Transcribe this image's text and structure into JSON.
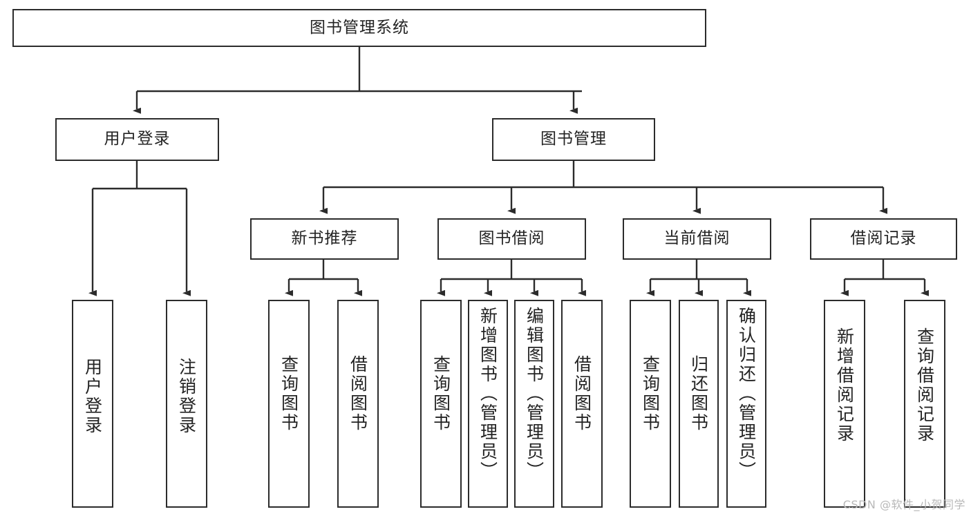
{
  "diagram": {
    "title": "图书管理系统",
    "type": "tree-hierarchy-chart",
    "colors": {
      "stroke": "#2b2b2b",
      "fill": "#ffffff",
      "text": "#232323",
      "watermark": "#b8b8b8"
    },
    "root": {
      "label": "图书管理系统"
    },
    "level2": [
      {
        "label": "用户登录"
      },
      {
        "label": "图书管理"
      }
    ],
    "level3": [
      {
        "label": "新书推荐"
      },
      {
        "label": "图书借阅"
      },
      {
        "label": "当前借阅"
      },
      {
        "label": "借阅记录"
      }
    ],
    "leaves": {
      "user_login": [
        {
          "label": "用户登录"
        },
        {
          "label": "注销登录"
        }
      ],
      "new_book": [
        {
          "label": "查询图书"
        },
        {
          "label": "借阅图书"
        }
      ],
      "book_borrow": [
        {
          "label": "查询图书"
        },
        {
          "label": "新增图书（管理员）"
        },
        {
          "label": "编辑图书（管理员）"
        },
        {
          "label": "借阅图书"
        }
      ],
      "current_borrow": [
        {
          "label": "查询图书"
        },
        {
          "label": "归还图书"
        },
        {
          "label": "确认归还（管理员）"
        }
      ],
      "borrow_record": [
        {
          "label": "新增借阅记录"
        },
        {
          "label": "查询借阅记录"
        }
      ]
    },
    "watermark": "CSDN @软件_小贺同学"
  }
}
